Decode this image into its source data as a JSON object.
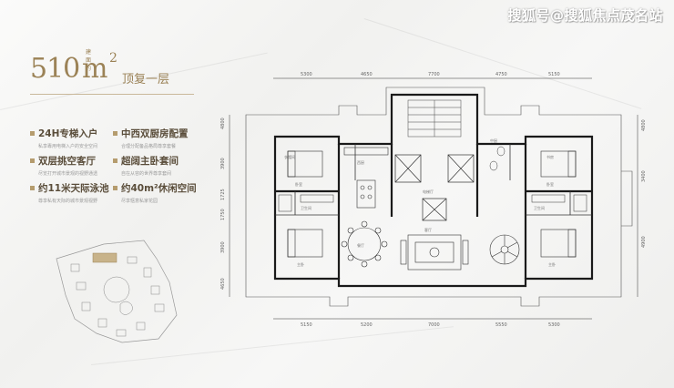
{
  "watermark": "搜狐号@搜狐焦点茂名站",
  "area": {
    "number": "510",
    "unit": "m",
    "superscript": "2",
    "tag": "建面约",
    "title": "顶复一层"
  },
  "features": [
    {
      "title": "24H专梯入户",
      "desc": "私享專用电梯入户的安全空间"
    },
    {
      "title": "中西双厨房配置",
      "desc": "合理分配备品格局尊享套餐"
    },
    {
      "title": "双层挑空客厅",
      "desc": "尽览打开城市景观的视野通透"
    },
    {
      "title": "超阔主卧套间",
      "desc": "自在从容的世界尊享套间"
    },
    {
      "title": "约11米天际泳池",
      "desc": "尊享私有天际的城市景观视野"
    },
    {
      "title": "约40m²休闲空间",
      "desc": "尽享惬意私家花园"
    }
  ],
  "plan": {
    "dims_top": [
      "5300",
      "4650",
      "7700",
      "4750",
      "5150"
    ],
    "dims_bottom": [
      "5150",
      "5200",
      "7000",
      "5550",
      "5300"
    ],
    "dims_left": [
      "4800",
      "3900",
      "1725",
      "1750",
      "3900",
      "4650"
    ],
    "dims_right": [
      "4800",
      "3400",
      "4900"
    ],
    "rooms": [
      "衣帽间",
      "卧室",
      "客厅",
      "餐厅",
      "西厨",
      "中厨",
      "电梯厅",
      "主卧",
      "卫生间",
      "书房"
    ]
  },
  "colors": {
    "accent": "#9b8256",
    "wall": "#1a1a1a"
  }
}
